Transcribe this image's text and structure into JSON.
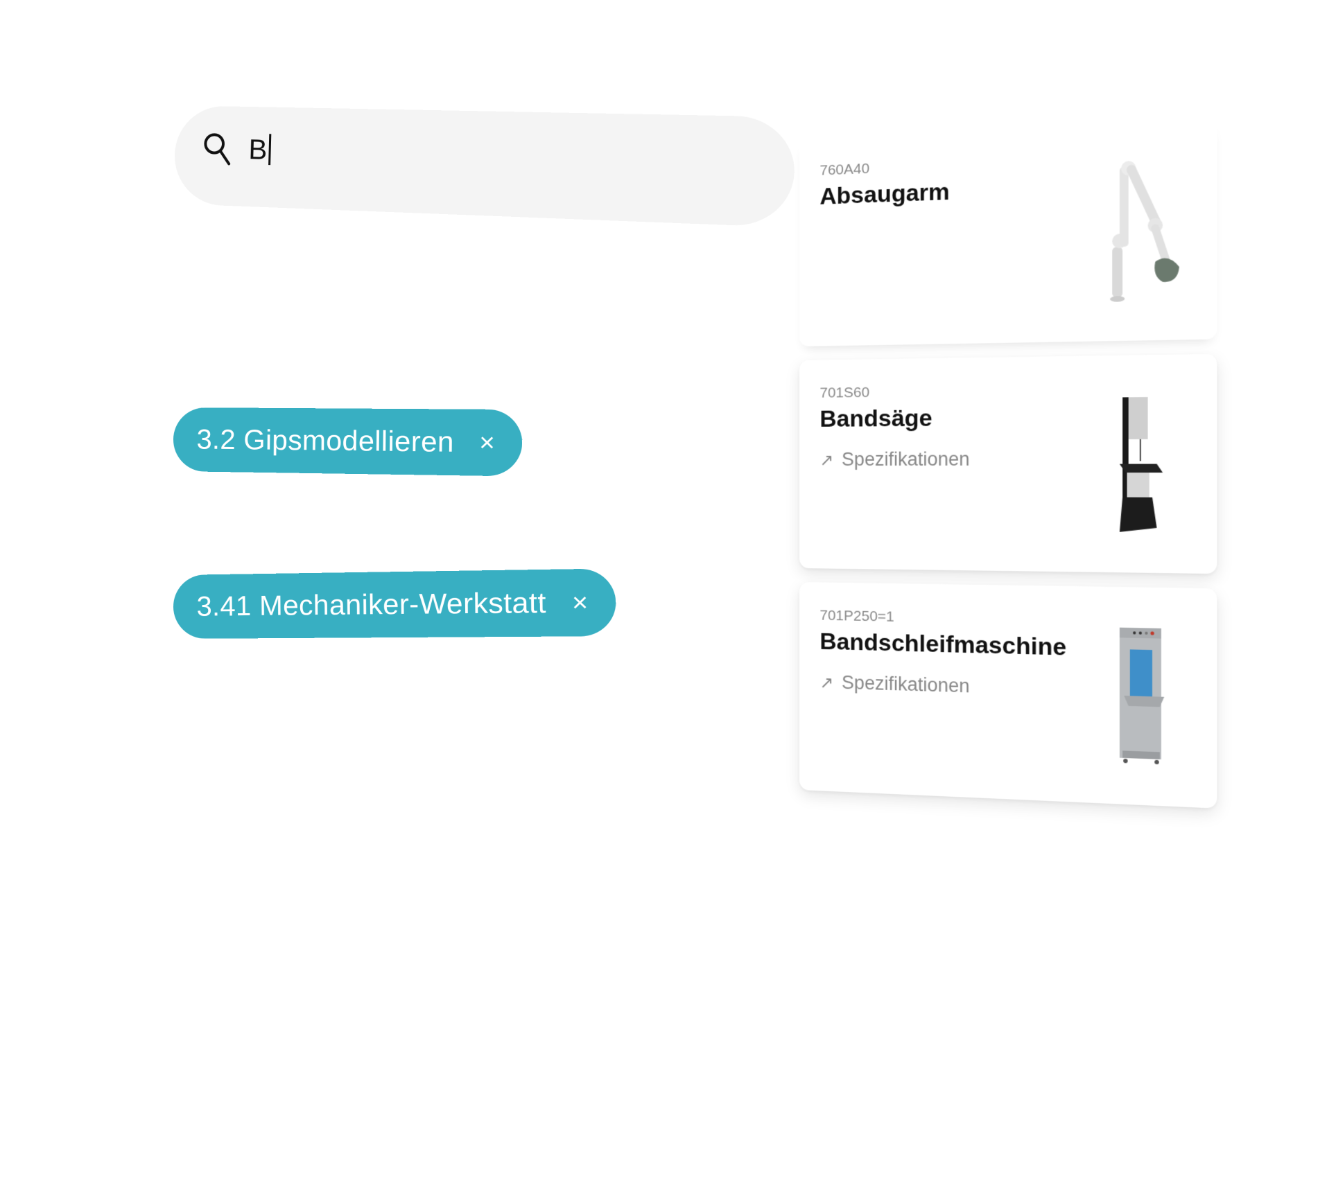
{
  "search": {
    "icon": "search-icon",
    "value": "B"
  },
  "filters": [
    {
      "label": "3.2 Gipsmodellieren",
      "remove_icon": "close-icon",
      "remove_glyph": "×",
      "color": "#38afc2"
    },
    {
      "label": "3.41 Mechaniker-Werkstatt",
      "remove_icon": "close-icon",
      "remove_glyph": "×",
      "color": "#38afc2"
    }
  ],
  "results": [
    {
      "code": "760A40",
      "name": "Absaugarm",
      "spec_link": null,
      "image": "extraction-arm-image"
    },
    {
      "code": "701S60",
      "name": "Bandsäge",
      "spec_link": "Spezifikationen",
      "spec_icon": "arrow-up-right-icon",
      "image": "band-saw-image"
    },
    {
      "code": "701P250=1",
      "name": "Bandschleifmaschine",
      "spec_link": "Spezifikationen",
      "spec_icon": "arrow-up-right-icon",
      "image": "belt-sander-image"
    }
  ],
  "arrow_glyph": "↗"
}
